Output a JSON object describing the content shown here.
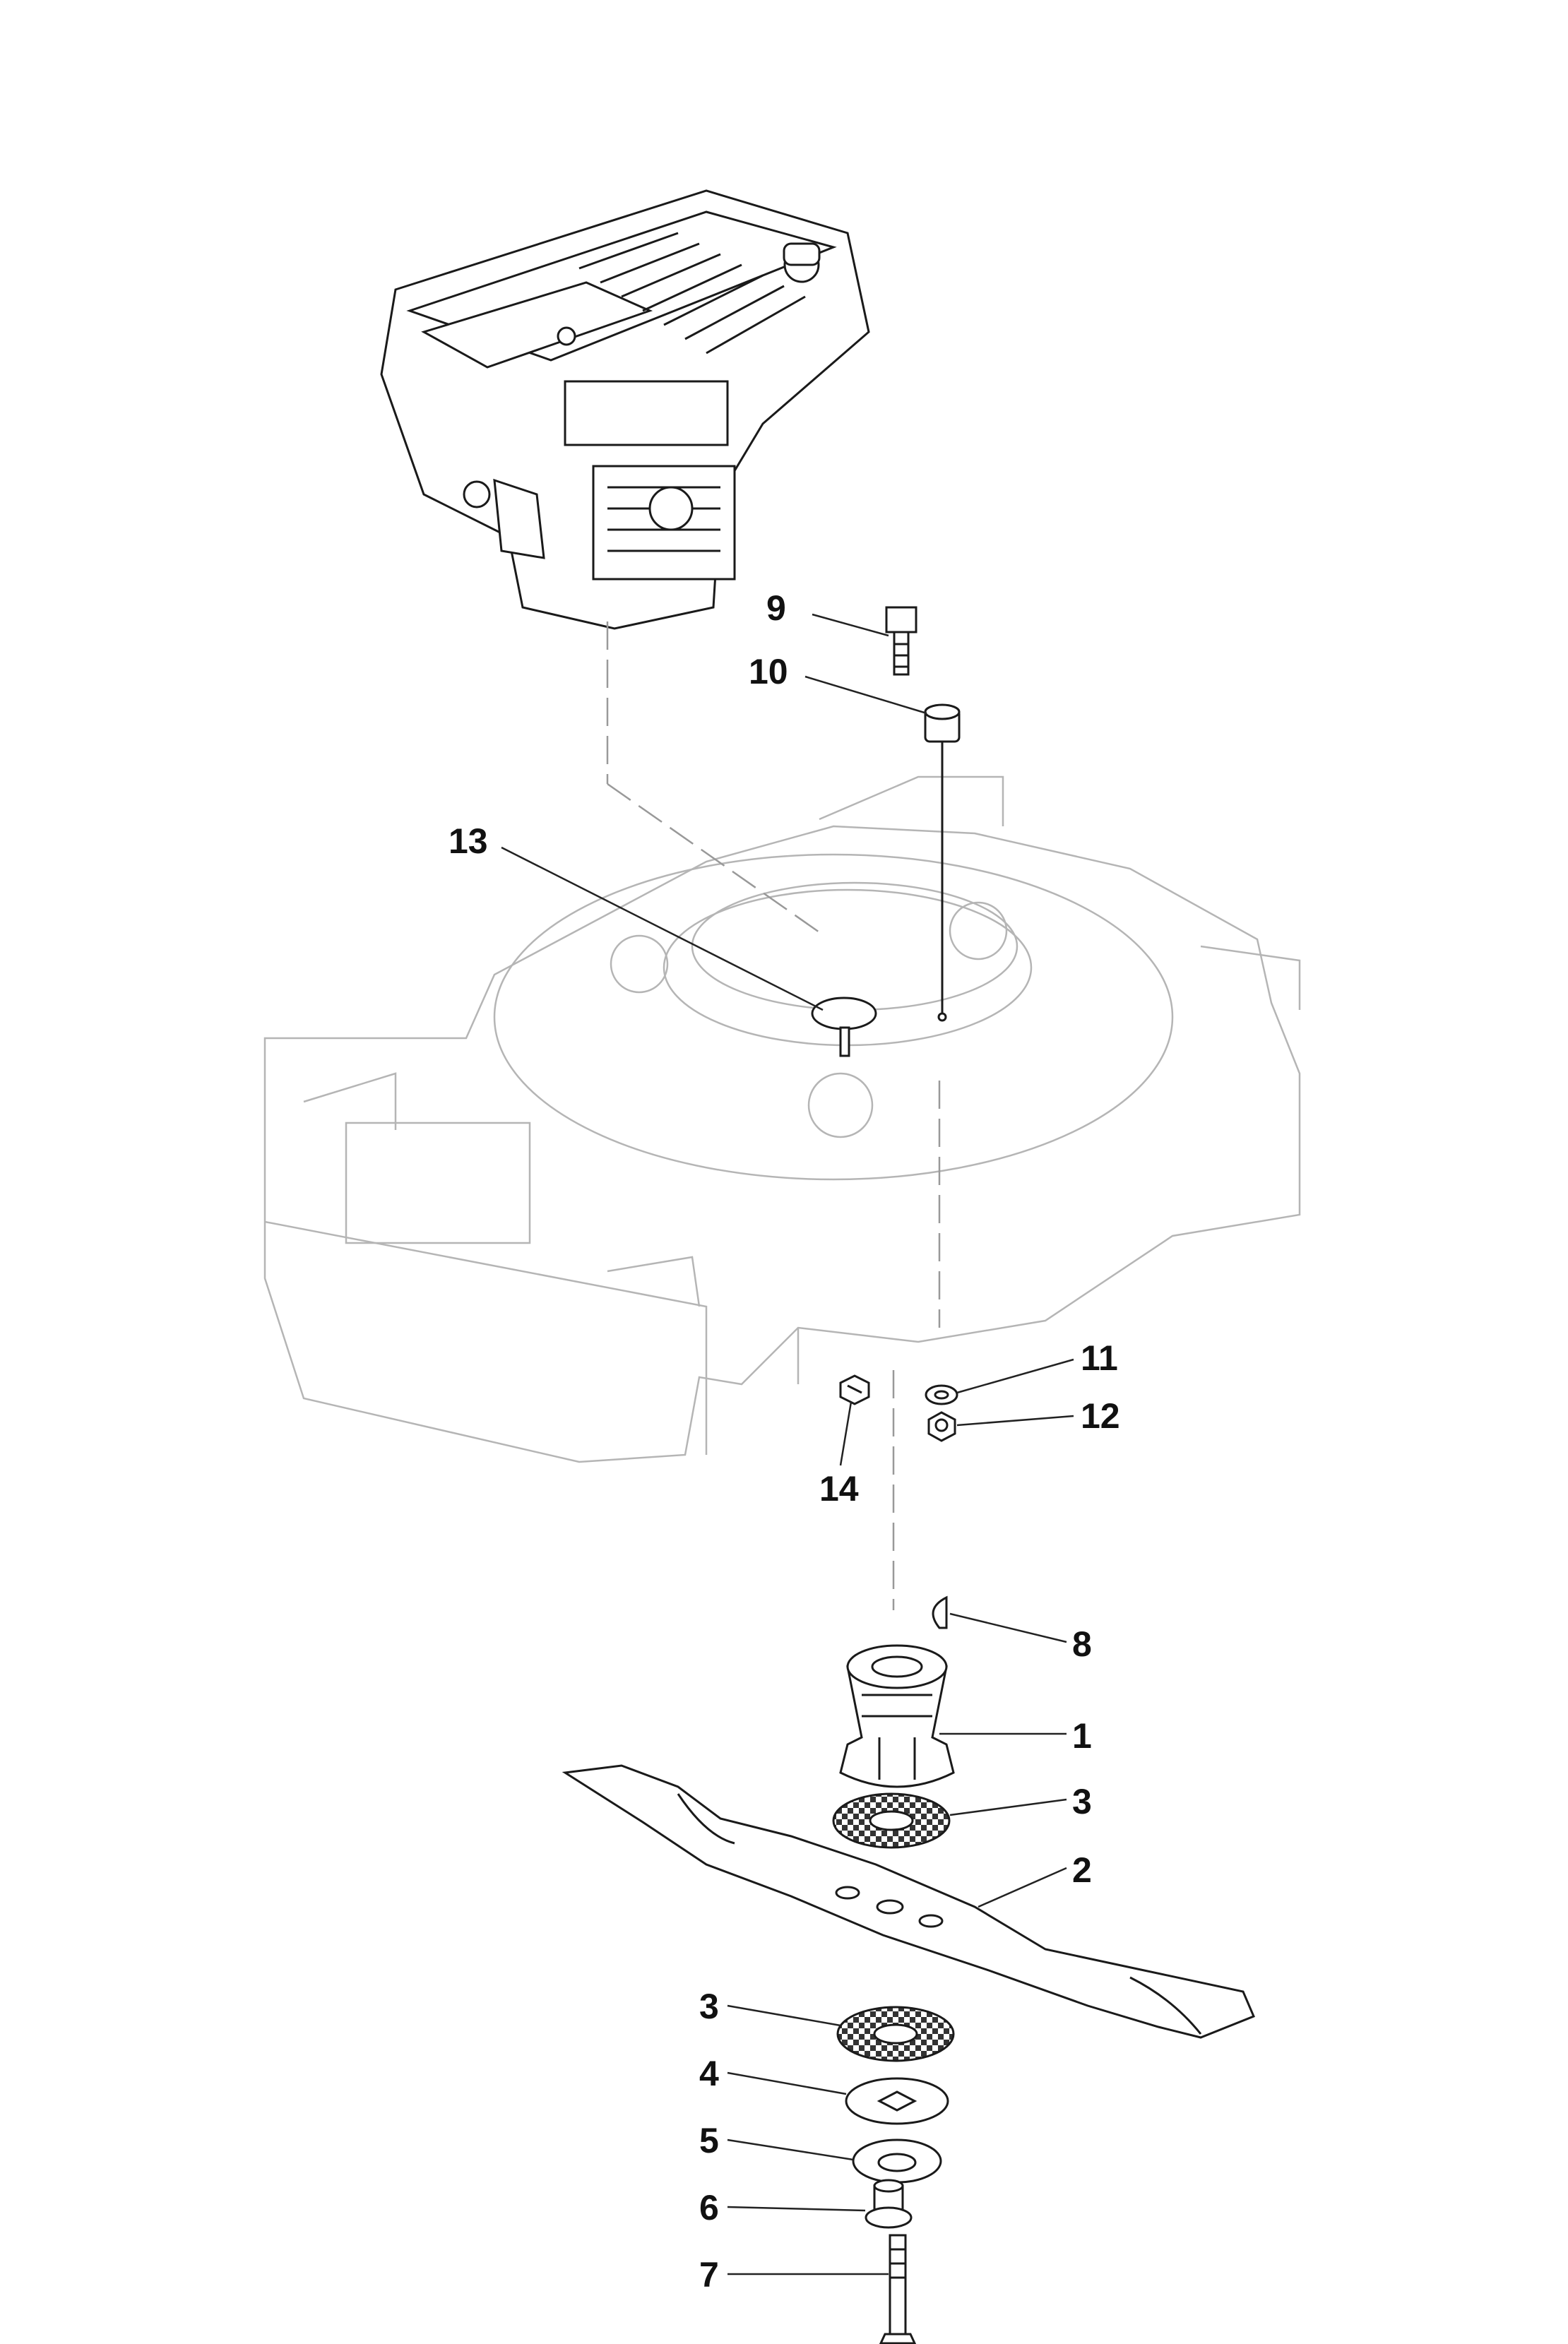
{
  "callouts": [
    {
      "id": "c9",
      "label": "9"
    },
    {
      "id": "c10",
      "label": "10"
    },
    {
      "id": "c13",
      "label": "13"
    },
    {
      "id": "c11",
      "label": "11"
    },
    {
      "id": "c12",
      "label": "12"
    },
    {
      "id": "c14",
      "label": "14"
    },
    {
      "id": "c8",
      "label": "8"
    },
    {
      "id": "c1",
      "label": "1"
    },
    {
      "id": "c3a",
      "label": "3"
    },
    {
      "id": "c2",
      "label": "2"
    },
    {
      "id": "c3b",
      "label": "3"
    },
    {
      "id": "c4",
      "label": "4"
    },
    {
      "id": "c5",
      "label": "5"
    },
    {
      "id": "c6",
      "label": "6"
    },
    {
      "id": "c7",
      "label": "7"
    }
  ]
}
